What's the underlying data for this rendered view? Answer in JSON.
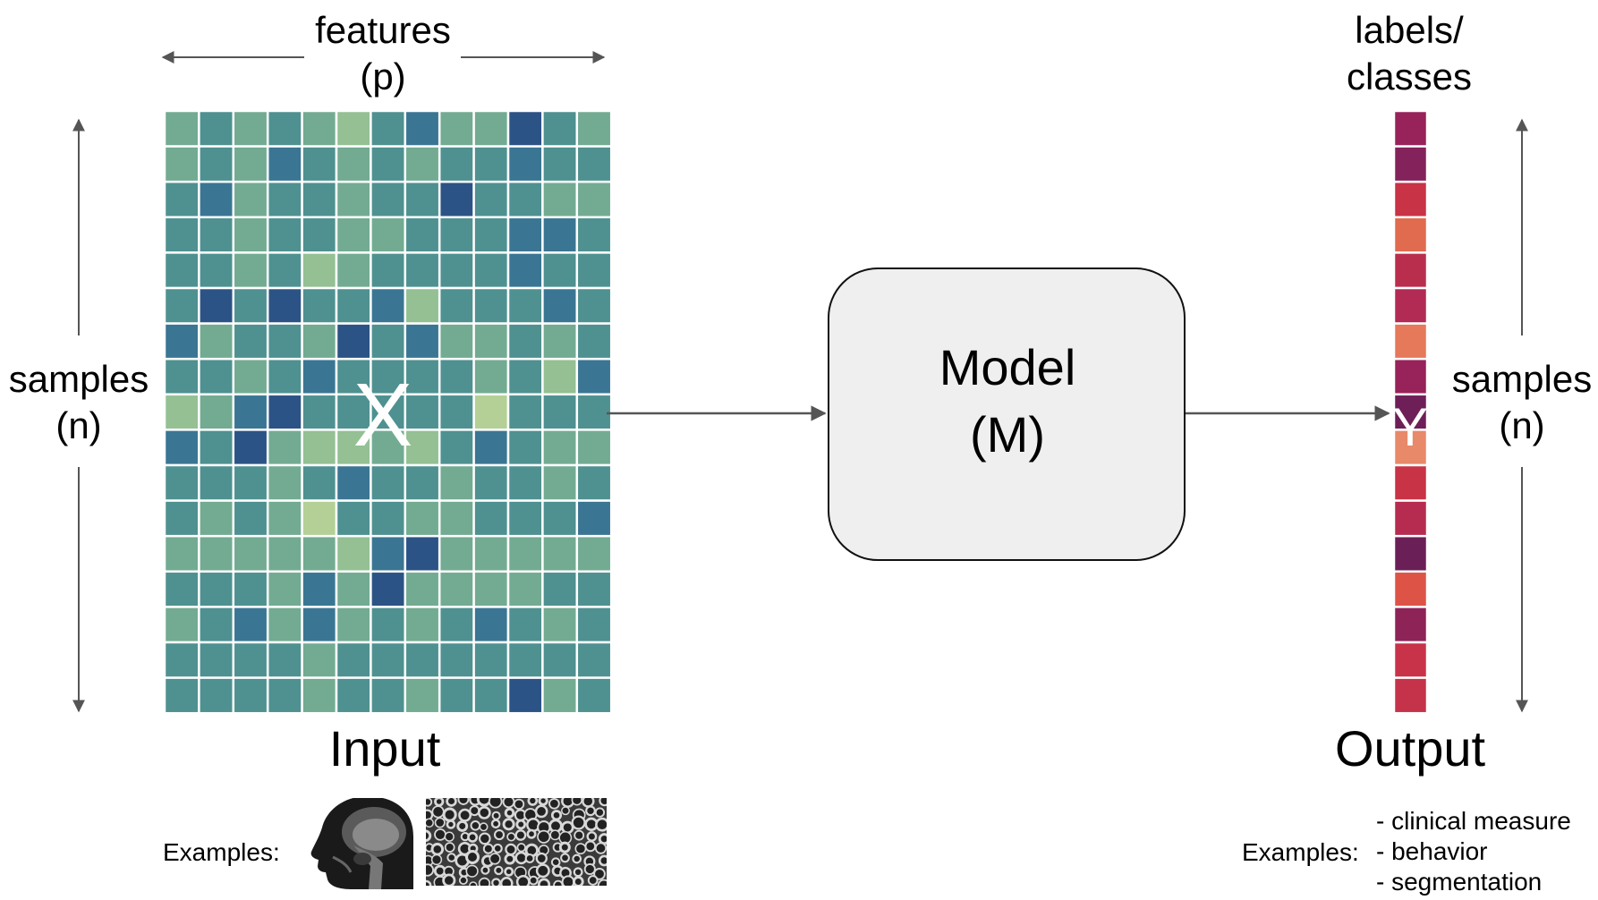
{
  "input": {
    "features_label": "features",
    "features_symbol": "(p)",
    "samples_label": "samples",
    "samples_symbol": "(n)",
    "matrix_symbol": "X",
    "title": "Input",
    "examples_label": "Examples:",
    "matrix_values": [
      [
        2,
        3,
        2,
        3,
        2,
        1,
        3,
        4,
        2,
        2,
        5,
        3,
        2
      ],
      [
        2,
        3,
        2,
        4,
        3,
        2,
        3,
        2,
        3,
        3,
        4,
        3,
        3
      ],
      [
        3,
        4,
        2,
        3,
        3,
        2,
        3,
        3,
        5,
        3,
        3,
        2,
        2
      ],
      [
        3,
        3,
        2,
        3,
        3,
        2,
        2,
        3,
        3,
        3,
        4,
        4,
        3
      ],
      [
        3,
        3,
        2,
        3,
        1,
        2,
        3,
        3,
        3,
        3,
        4,
        3,
        3
      ],
      [
        3,
        5,
        3,
        5,
        3,
        3,
        4,
        1,
        3,
        3,
        3,
        4,
        3
      ],
      [
        4,
        2,
        3,
        3,
        2,
        5,
        3,
        4,
        2,
        2,
        3,
        2,
        3
      ],
      [
        3,
        3,
        2,
        3,
        4,
        3,
        3,
        3,
        3,
        2,
        3,
        1,
        4
      ],
      [
        1,
        2,
        4,
        5,
        3,
        3,
        3,
        3,
        3,
        0,
        3,
        3,
        3
      ],
      [
        4,
        3,
        5,
        2,
        1,
        1,
        2,
        1,
        3,
        4,
        3,
        2,
        2
      ],
      [
        3,
        3,
        3,
        2,
        3,
        4,
        3,
        3,
        2,
        3,
        3,
        2,
        3
      ],
      [
        3,
        2,
        3,
        2,
        0,
        3,
        3,
        2,
        2,
        3,
        3,
        3,
        4
      ],
      [
        2,
        2,
        2,
        2,
        2,
        1,
        4,
        5,
        2,
        2,
        2,
        2,
        2
      ],
      [
        3,
        3,
        3,
        2,
        4,
        2,
        5,
        2,
        2,
        2,
        2,
        3,
        3
      ],
      [
        2,
        3,
        4,
        2,
        4,
        2,
        3,
        2,
        3,
        4,
        3,
        2,
        3
      ],
      [
        3,
        3,
        3,
        3,
        2,
        3,
        3,
        3,
        3,
        3,
        3,
        3,
        3
      ],
      [
        3,
        3,
        3,
        3,
        2,
        3,
        3,
        2,
        3,
        3,
        5,
        2,
        3
      ]
    ],
    "cell_colors": [
      "#b4d096",
      "#94c094",
      "#72ab92",
      "#4e9190",
      "#3a7693",
      "#2c5385"
    ]
  },
  "model": {
    "title": "Model",
    "symbol": "(M)",
    "fill": "#efefef"
  },
  "output": {
    "labels_label": "labels/",
    "classes_label": "classes",
    "samples_label": "samples",
    "samples_symbol": "(n)",
    "vector_symbol": "Y",
    "title": "Output",
    "examples_label": "Examples:",
    "examples": [
      "- clinical measure",
      "- behavior",
      "- segmentation"
    ],
    "vector_colors": [
      "#98225a",
      "#84235b",
      "#c83346",
      "#e06b4e",
      "#ba2e4d",
      "#b12b55",
      "#e5795a",
      "#98225a",
      "#6e1f57",
      "#e8896a",
      "#c83346",
      "#b62c50",
      "#6b1f57",
      "#dd5446",
      "#8e2358",
      "#c8334a",
      "#c5334a"
    ]
  },
  "icons": [
    "mri-head-scan-icon",
    "microscopy-cells-icon"
  ]
}
